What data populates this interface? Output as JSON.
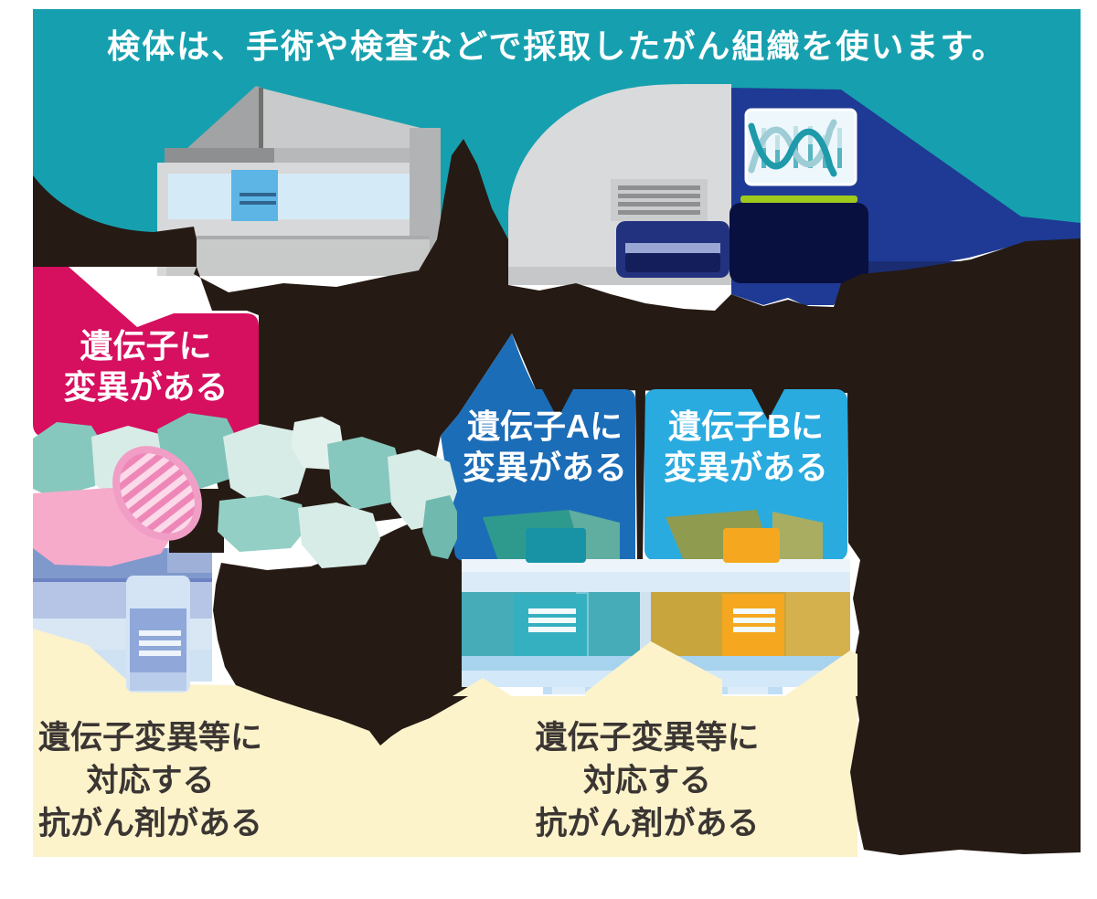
{
  "banner": {
    "title": "検体は、手術や検査などで採取したがん組織を使います。"
  },
  "bubbles": {
    "gene": {
      "line1": "遺伝子に",
      "line2": "変異がある",
      "color": "#d60f5e"
    },
    "geneA": {
      "line1": "遺伝子Aに",
      "line2": "変異がある",
      "color": "#1c6db7"
    },
    "geneB": {
      "line1": "遺伝子Bに",
      "line2": "変異がある",
      "color": "#2aabdf"
    }
  },
  "results": {
    "left": {
      "line1": "遺伝子変異等に",
      "line2": "対応する",
      "line3": "抗がん剤がある"
    },
    "middle": {
      "line1": "遺伝子変異等に",
      "line2": "対応する",
      "line3": "抗がん剤がある"
    }
  },
  "icons": [
    "dna-helix-icon",
    "sequencer-small-icon",
    "sequencer-large-icon",
    "monitor-screen-icon",
    "dna-strand-icon",
    "mutation-highlight-icon",
    "medicine-bottle-periwinkle-icon",
    "medicine-bottle-teal-icon",
    "medicine-bottle-orange-icon"
  ],
  "colors": {
    "banner_teal": "#16a0af",
    "silhouette_black": "#251a14",
    "bubble_pink": "#d60f5e",
    "bubble_blue_a": "#1c6db7",
    "bubble_blue_b": "#2aabdf",
    "cream_panel": "#fcf3cb",
    "machine_navy": "#1e3a94",
    "green_strip": "#9fc91c",
    "dna_teal": "#8cc8bd",
    "dna_mint": "#d8ece7",
    "mutation_pink": "#f6abcb",
    "bottle_periwinkle": "#8fa8d9",
    "bottle_teal": "#35b0c0",
    "bottle_orange": "#f5a81f"
  }
}
